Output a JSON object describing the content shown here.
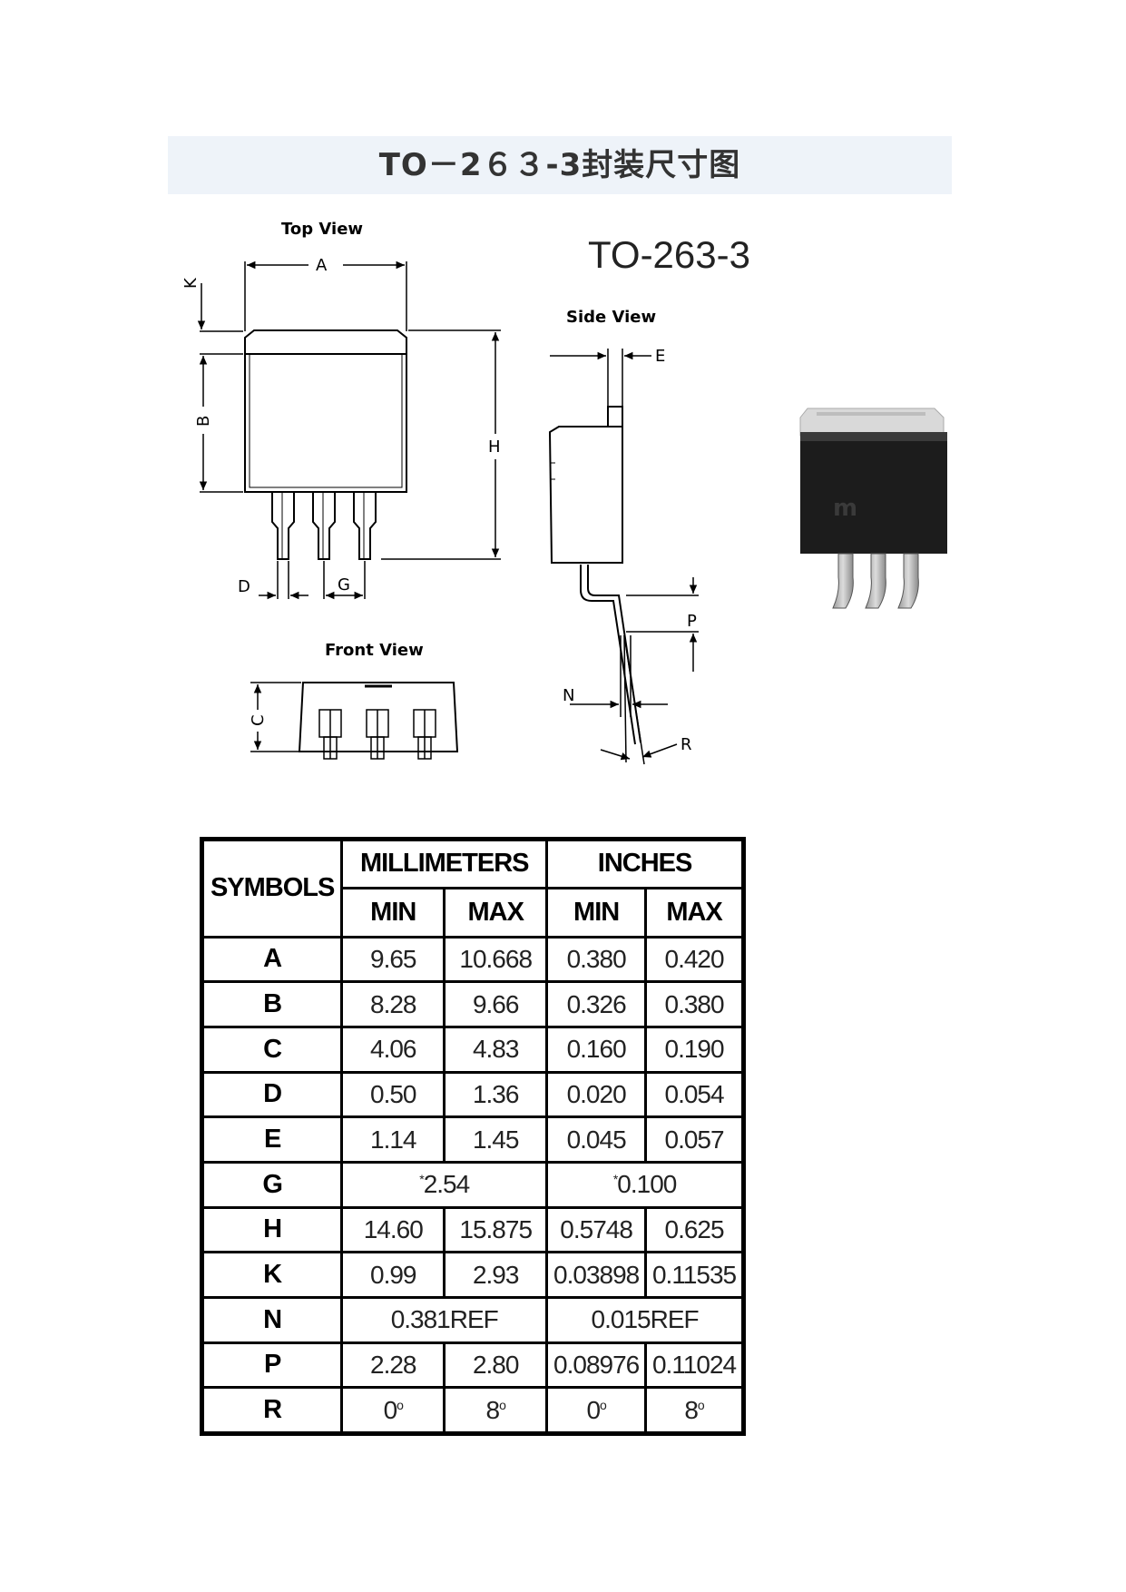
{
  "page": {
    "title": "TO－2６３-3封装尺寸图"
  },
  "drawing": {
    "package_name": "TO-263-3",
    "views": {
      "top": "Top View",
      "side": "Side View",
      "front": "Front View"
    },
    "dimension_letters": [
      "A",
      "K",
      "B",
      "H",
      "D",
      "G",
      "E",
      "P",
      "N",
      "R",
      "C"
    ],
    "photo_logo": "m"
  },
  "table": {
    "header": {
      "symbols": "SYMBOLS",
      "mm": "MILLIMETERS",
      "inches": "INCHES",
      "min": "MIN",
      "max": "MAX"
    },
    "rows": [
      {
        "sym": "A",
        "mm_min": "9.65",
        "mm_max": "10.668",
        "in_min": "0.380",
        "in_max": "0.420"
      },
      {
        "sym": "B",
        "mm_min": "8.28",
        "mm_max": "9.66",
        "in_min": "0.326",
        "in_max": "0.380"
      },
      {
        "sym": "C",
        "mm_min": "4.06",
        "mm_max": "4.83",
        "in_min": "0.160",
        "in_max": "0.190"
      },
      {
        "sym": "D",
        "mm_min": "0.50",
        "mm_max": "1.36",
        "in_min": "0.020",
        "in_max": "0.054"
      },
      {
        "sym": "E",
        "mm_min": "1.14",
        "mm_max": "1.45",
        "in_min": "0.045",
        "in_max": "0.057"
      },
      {
        "sym": "G",
        "mm_span": "2.54",
        "in_span": "0.100",
        "mark": "*"
      },
      {
        "sym": "H",
        "mm_min": "14.60",
        "mm_max": "15.875",
        "in_min": "0.5748",
        "in_max": "0.625"
      },
      {
        "sym": "K",
        "mm_min": "0.99",
        "mm_max": "2.93",
        "in_min": "0.03898",
        "in_max": "0.11535"
      },
      {
        "sym": "N",
        "mm_span": "0.381REF",
        "in_span": "0.015REF"
      },
      {
        "sym": "P",
        "mm_min": "2.28",
        "mm_max": "2.80",
        "in_min": "0.08976",
        "in_max": "0.11024"
      },
      {
        "sym": "R",
        "mm_min": "0",
        "mm_max": "8",
        "in_min": "0",
        "in_max": "8",
        "unit": "o"
      }
    ]
  }
}
